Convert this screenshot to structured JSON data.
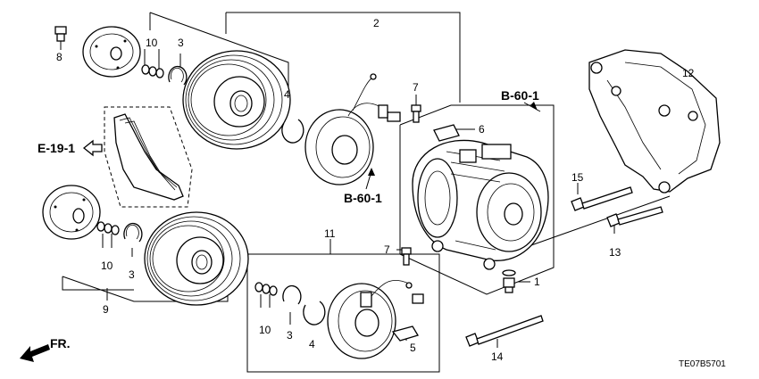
{
  "diagram": {
    "code": "TE07B5701",
    "direction_label": "FR.",
    "references": {
      "e19": "E-19-1",
      "b60_top": "B-60-1",
      "b60_mid": "B-60-1"
    },
    "callouts": {
      "c2": "2",
      "c3a": "3",
      "c3b": "3",
      "c3c": "3",
      "c4a": "4",
      "c4b": "4",
      "c5": "5",
      "c6": "6",
      "c7a": "7",
      "c7b": "7",
      "c8": "8",
      "c9": "9",
      "c10a": "10",
      "c10b": "10",
      "c10c": "10",
      "c11": "11",
      "c12": "12",
      "c13": "13",
      "c14": "14",
      "c15": "15",
      "c1": "1"
    }
  }
}
